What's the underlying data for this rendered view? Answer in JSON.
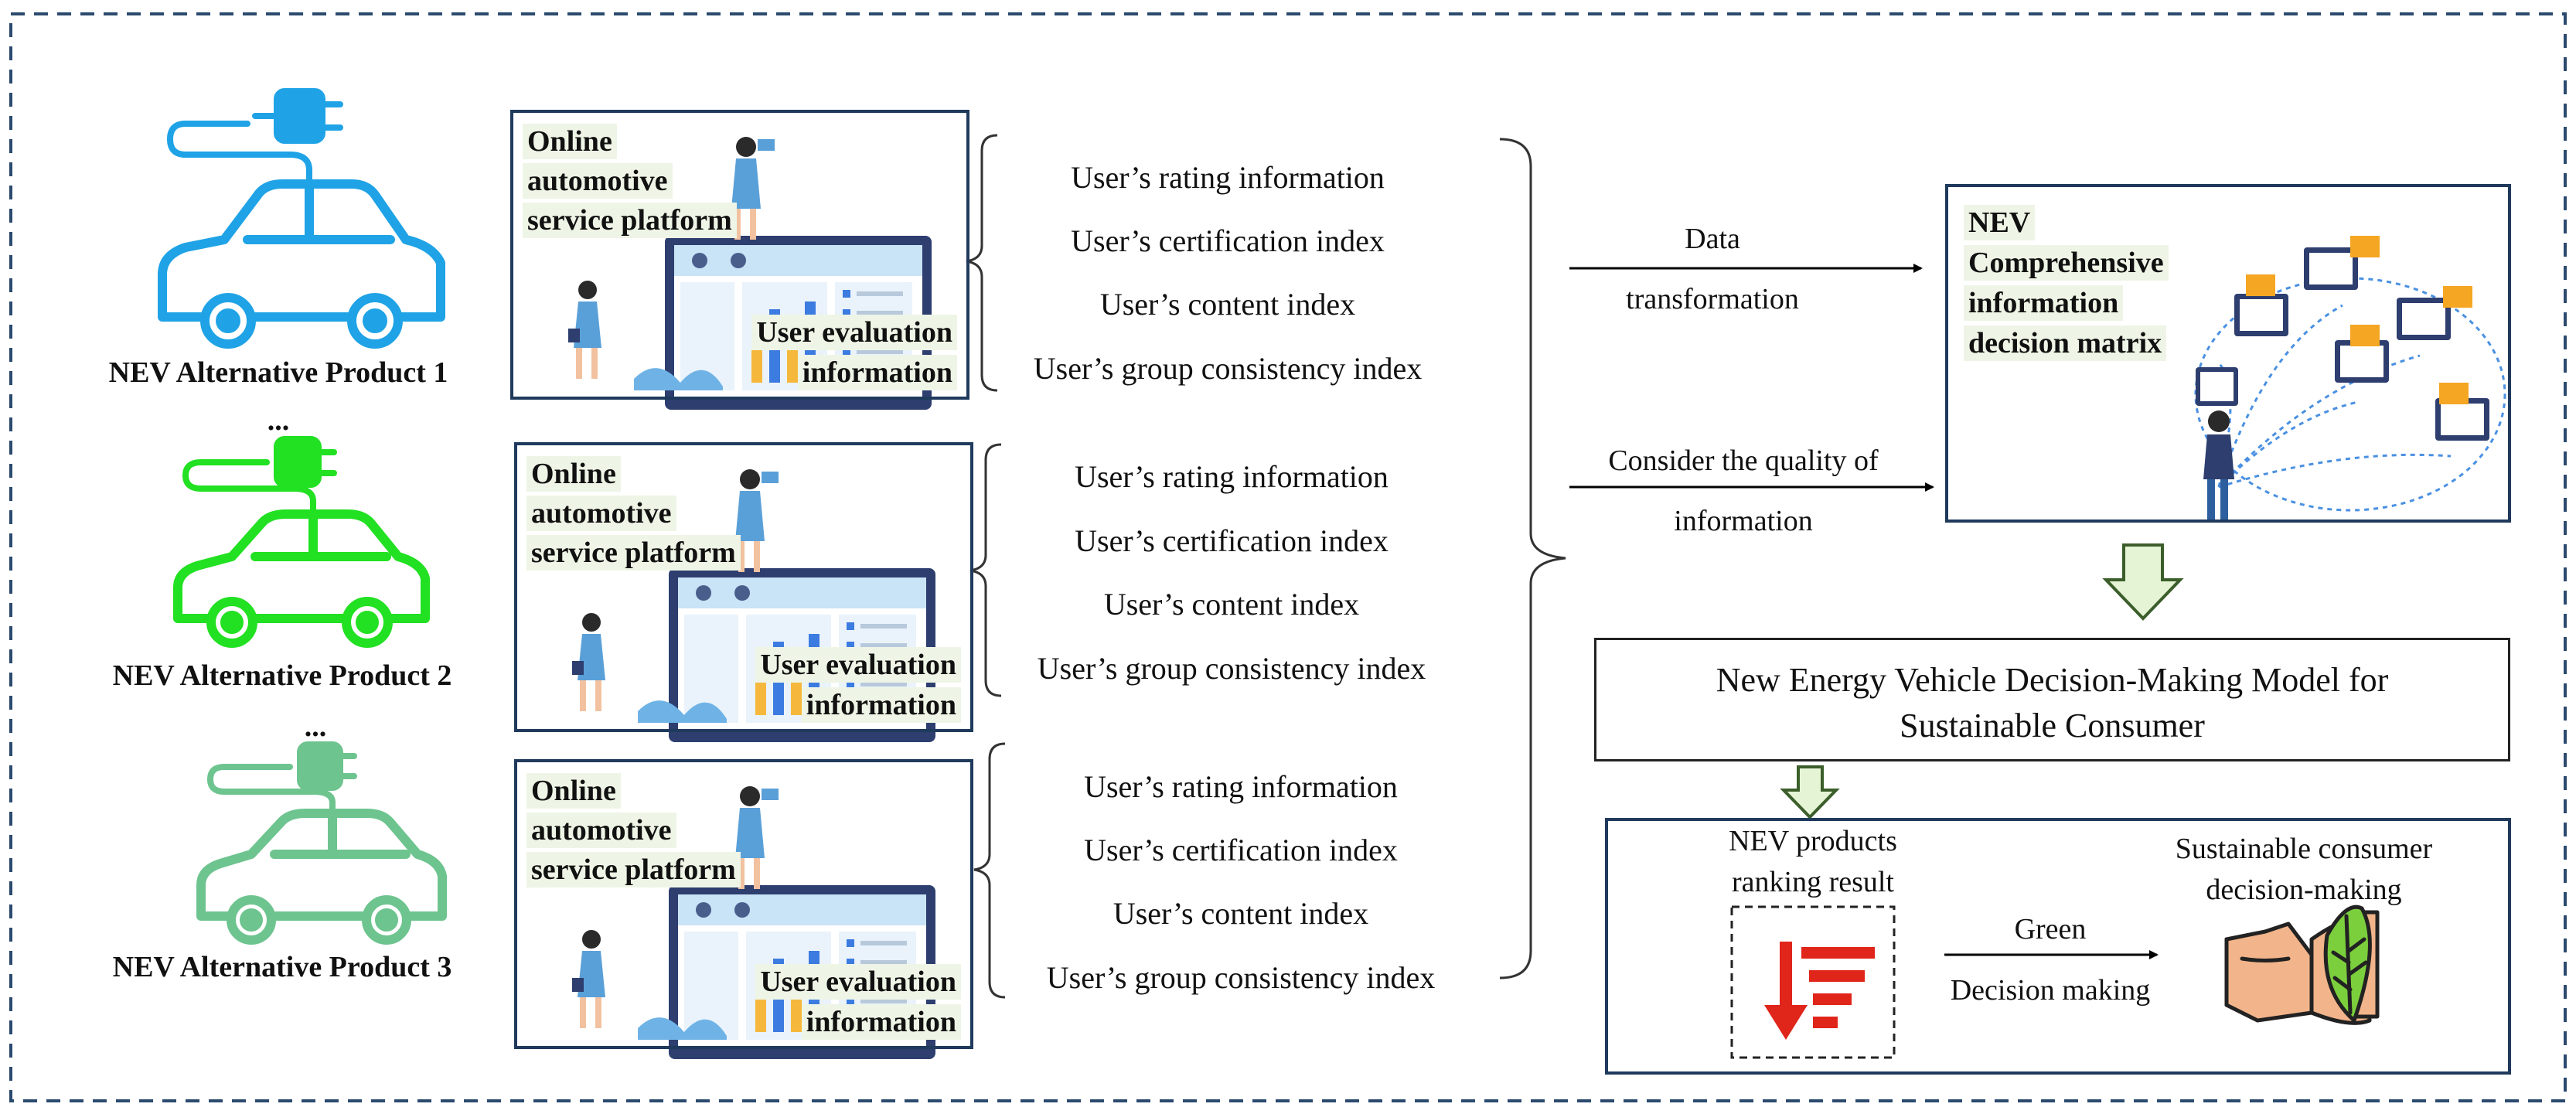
{
  "products": [
    {
      "label": "NEV Alternative Product 1",
      "color": "#1fa3e6"
    },
    {
      "label": "NEV Alternative Product 2",
      "color": "#22e022"
    },
    {
      "label": "NEV Alternative Product 3",
      "color": "#6ec48f"
    }
  ],
  "ellipsis": "...",
  "platform": {
    "line1": "Online",
    "line2": "automotive",
    "line3": "service platform",
    "eval1": "User evaluation",
    "eval2": "information"
  },
  "indices": [
    "User’s rating information",
    "User’s certification index",
    "User’s content index",
    "User’s group consistency index"
  ],
  "arrows": {
    "data1": "Data",
    "data2": "transformation",
    "quality1": "Consider the quality of",
    "quality2": "information"
  },
  "matrix": {
    "l1": "NEV",
    "l2": "Comprehensive",
    "l3": "information",
    "l4": "decision matrix"
  },
  "model": {
    "line1": "New Energy Vehicle Decision-Making Model for",
    "line2": "Sustainable Consumer"
  },
  "result": {
    "rank1": "NEV products",
    "rank2": "ranking result",
    "green1": "Green",
    "green2": "Decision making",
    "sust1": "Sustainable consumer",
    "sust2": "decision-making"
  },
  "colors": {
    "border": "#1f3a5c",
    "dashed": "#2b4a6e",
    "arrow_fill": "#e6f4d6",
    "arrow_stroke": "#3b5e2b",
    "red": "#e0251b"
  }
}
